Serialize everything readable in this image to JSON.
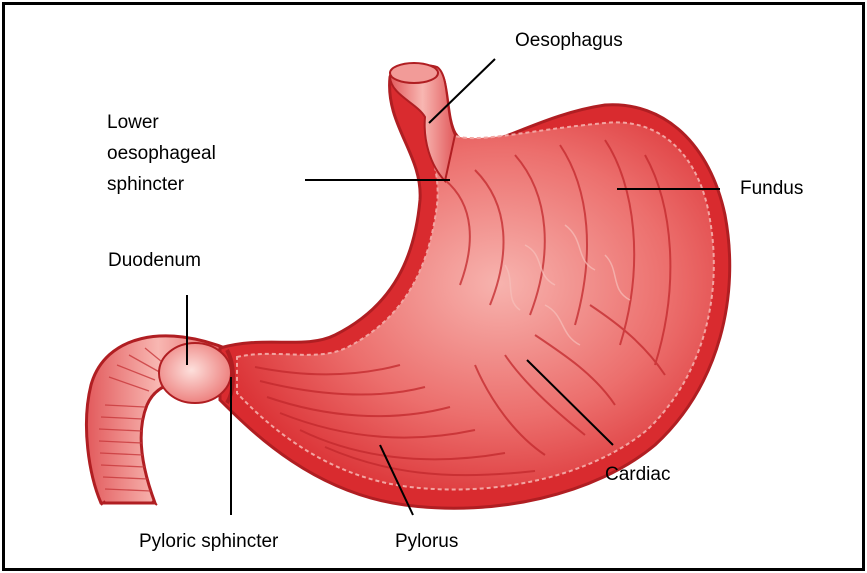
{
  "diagram": {
    "labels": {
      "oesophagus": "Oesophagus",
      "lower_oesophageal_sphincter": "Lower\noesophageal\nsphincter",
      "fundus": "Fundus",
      "duodenum": "Duodenum",
      "cardiac": "Cardiac",
      "pyloric_sphincter": "Pyloric sphincter",
      "pylorus": "Pylorus"
    },
    "colors": {
      "tissue_dark": "#d92b2f",
      "tissue_mid": "#e8585a",
      "tissue_light": "#f4a6a3",
      "outline": "#b01e22",
      "leader_line": "#000000"
    }
  }
}
